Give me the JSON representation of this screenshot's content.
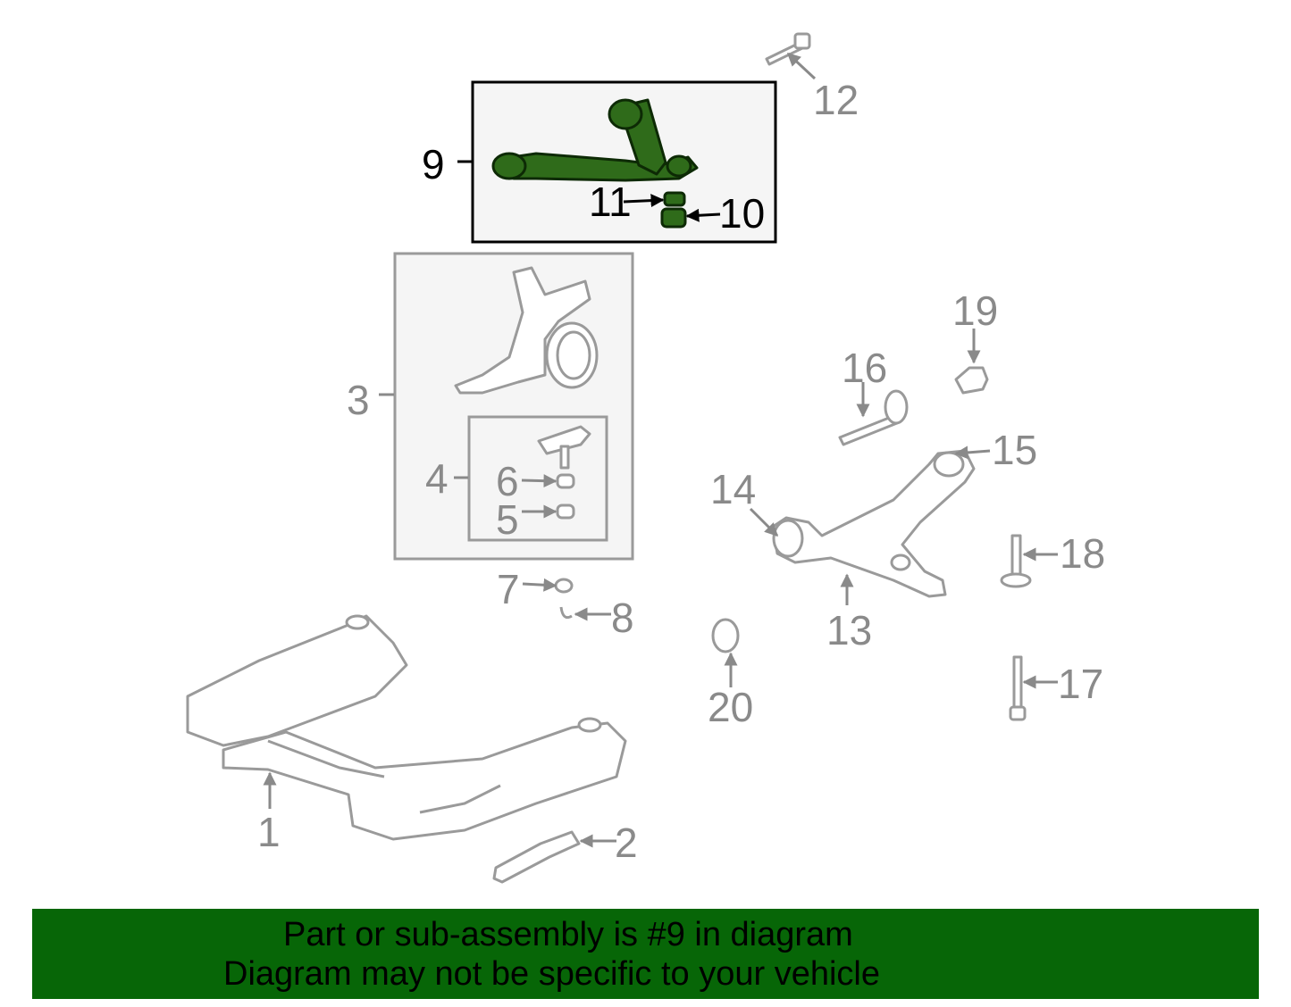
{
  "highlighted_part": "9",
  "colors": {
    "highlight": "#2f6b1a",
    "banner": "#076607",
    "part_outline": "#9a9a9a",
    "label_gray": "#8a8a8a"
  },
  "callouts": {
    "c1": "1",
    "c2": "2",
    "c3": "3",
    "c4": "4",
    "c5": "5",
    "c6": "6",
    "c7": "7",
    "c8": "8",
    "c9": "9",
    "c10": "10",
    "c11": "11",
    "c12": "12",
    "c13": "13",
    "c14": "14",
    "c15": "15",
    "c16": "16",
    "c17": "17",
    "c18": "18",
    "c19": "19",
    "c20": "20"
  },
  "banner": {
    "line1": "Part or sub-assembly is #9 in diagram",
    "line2": "Diagram may not be specific to your vehicle"
  }
}
